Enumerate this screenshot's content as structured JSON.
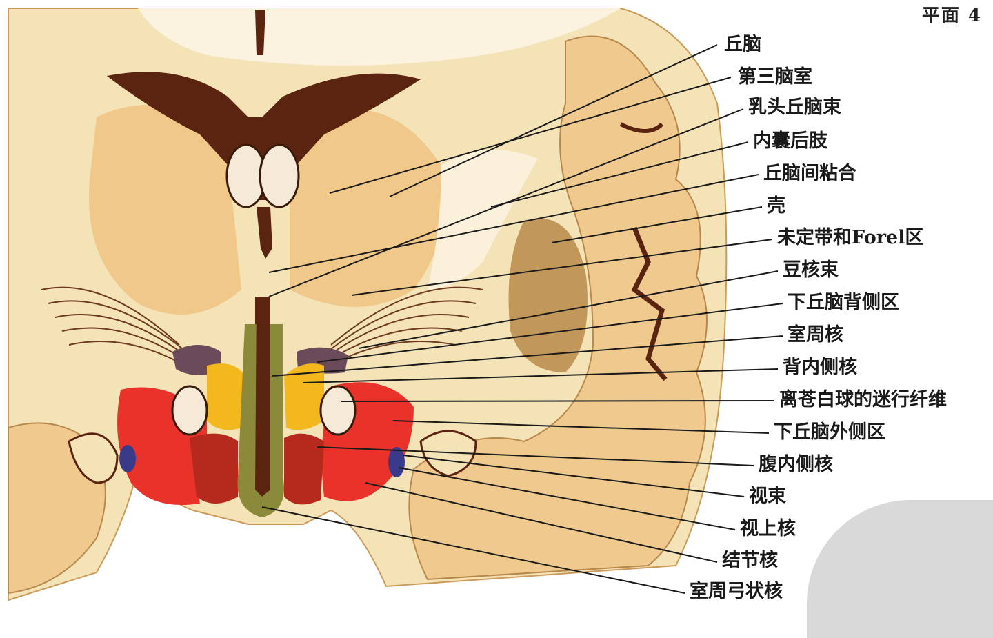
{
  "plane_label": "平面 4",
  "labels": {
    "thalamus": "丘脑",
    "third_ventricle": "第三脑室",
    "mammillothalamic_tract": "乳头丘脑束",
    "internal_capsule_posterior_limb": "内囊后肢",
    "interthalamic_adhesion": "丘脑间粘合",
    "putamen": "壳",
    "zona_incerta_forel": "未定带和Forel区",
    "lenticular_fasciculus": "豆核束",
    "dorsal_hypothalamic_area": "下丘脑背侧区",
    "paraventricular_nucleus": "室周核",
    "dorsomedial_nucleus": "背内侧核",
    "pallidofugal_fibers": "离苍白球的迷行纤维",
    "lateral_hypothalamic_area": "下丘脑外侧区",
    "ventromedial_nucleus": "腹内侧核",
    "optic_tract": "视束",
    "supraoptic_nucleus": "视上核",
    "tuberal_nucleus": "结节核",
    "arcuate_nucleus": "室周弓状核"
  },
  "colors": {
    "background_tissue": "#f5e3b8",
    "gray_matter": "#e9c48a",
    "ventricle": "#5a2410",
    "red_region": "#e8322a",
    "dark_red_region": "#b52a1c",
    "yellow_region": "#f2b81e",
    "olive_region": "#8a8a3a",
    "purple_region": "#6b4a5a",
    "blue_region": "#3a3a8a"
  }
}
